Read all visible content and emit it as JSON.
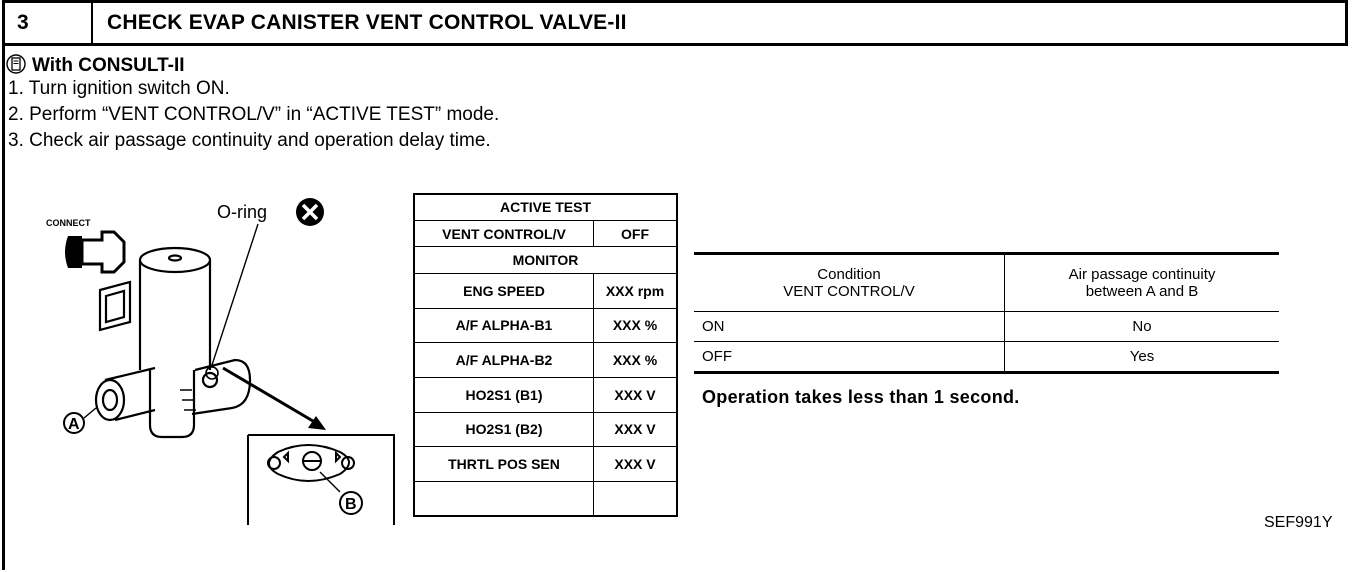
{
  "step": {
    "number": "3",
    "title": "CHECK EVAP CANISTER VENT CONTROL VALVE-II"
  },
  "consult": {
    "heading": "With CONSULT-II",
    "steps": [
      "1. Turn ignition switch ON.",
      "2. Perform “VENT CONTROL/V” in “ACTIVE TEST” mode.",
      "3. Check air passage continuity and operation delay time."
    ]
  },
  "figure": {
    "connect_label": "CONNECT",
    "oring_label": "O-ring",
    "port_a": "A",
    "port_b": "B"
  },
  "active_test": {
    "title": "ACTIVE TEST",
    "control_label": "VENT CONTROL/V",
    "control_value": "OFF",
    "monitor_label": "MONITOR",
    "rows": [
      {
        "item": "ENG SPEED",
        "value": "XXX rpm"
      },
      {
        "item": "A/F ALPHA-B1",
        "value": "XXX %"
      },
      {
        "item": "A/F ALPHA-B2",
        "value": "XXX %"
      },
      {
        "item": "HO2S1 (B1)",
        "value": "XXX V"
      },
      {
        "item": "HO2S1 (B2)",
        "value": "XXX V"
      },
      {
        "item": "THRTL POS SEN",
        "value": "XXX V"
      }
    ]
  },
  "condition_table": {
    "header_col1_line1": "Condition",
    "header_col1_line2": "VENT CONTROL/V",
    "header_col2_line1": "Air passage continuity",
    "header_col2_line2": "between A and B",
    "rows": [
      {
        "condition": "ON",
        "result": "No"
      },
      {
        "condition": "OFF",
        "result": "Yes"
      }
    ]
  },
  "note": "Operation takes less than 1 second.",
  "figure_code": "SEF991Y"
}
